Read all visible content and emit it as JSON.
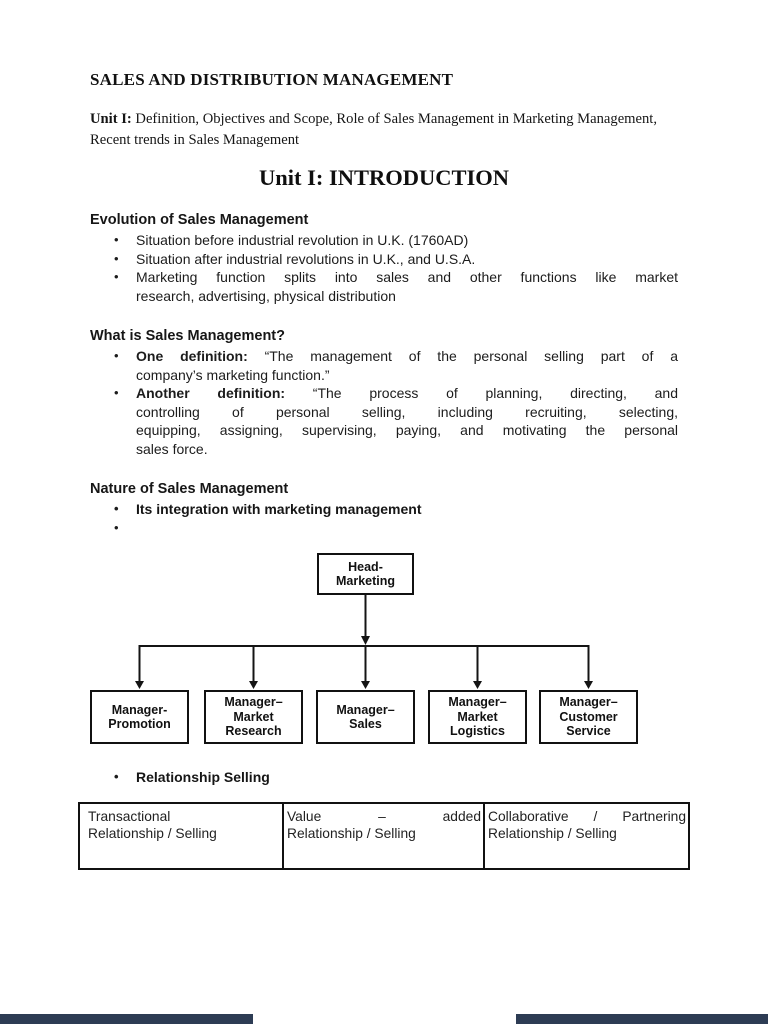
{
  "header": {
    "title": "SALES AND DISTRIBUTION MANAGEMENT",
    "unit_label": "Unit I:",
    "unit_text": " Definition, Objectives and Scope, Role of Sales Management in Marketing Management,\nRecent trends in Sales Management",
    "main_heading": "Unit I: INTRODUCTION"
  },
  "sections": {
    "evolution": {
      "heading": "Evolution of Sales Management",
      "bullet1": "Situation before industrial revolution in U.K. (1760AD)",
      "bullet2": "Situation after industrial revolutions in U.K., and U.S.A.",
      "bullet3_line1": "Marketing function splits into sales and other functions like market",
      "bullet3_line2": "research, advertising, physical distribution"
    },
    "what_is": {
      "heading": "What is Sales Management?",
      "def1_bold": "One definition:",
      "def1_line1": " “The management of the personal selling part of a",
      "def1_line2": "company’s marketing function.”",
      "def2_bold": "Another definition:",
      "def2_line1": " “The process of planning, directing, and",
      "def2_line2": "controlling of personal selling, including recruiting, selecting,",
      "def2_line3": "equipping, assigning, supervising, paying, and motivating the personal",
      "def2_line4": "sales force."
    },
    "nature": {
      "heading": "Nature of Sales Management",
      "bullet1": "Its integration with marketing management",
      "bullet2": ""
    },
    "relationship_bullet": "Relationship Selling"
  },
  "org_chart": {
    "head": "Head-\nMarketing",
    "managers": [
      "Manager-\nPromotion",
      "Manager–\nMarket\nResearch",
      "Manager–\nSales",
      "Manager–\nMarket\nLogistics",
      "Manager–\nCustomer\nService"
    ]
  },
  "table": {
    "cells": [
      {
        "line1": "Transactional",
        "line2": "Relationship / Selling"
      },
      {
        "line1": "Value – added",
        "line2": "Relationship / Selling"
      },
      {
        "line1": "Collaborative / Partnering",
        "line2": "Relationship / Selling"
      }
    ]
  },
  "colors": {
    "line_color": "#141414",
    "footer_bar_color": "#2d3c54"
  }
}
